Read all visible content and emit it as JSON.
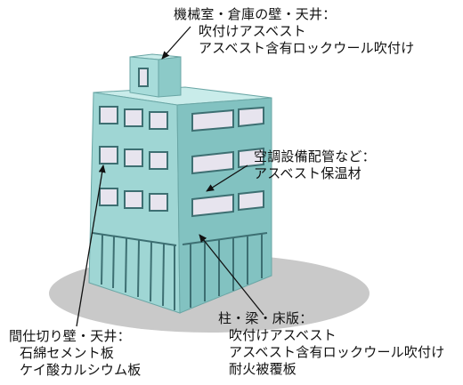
{
  "callouts": {
    "roof": {
      "title": "機械室・倉庫の壁・天井：",
      "items": [
        "吹付けアスベスト",
        "アスベスト含有ロックウール吹付け"
      ]
    },
    "hvac": {
      "title": "空調設備配管など：",
      "items": [
        "アスベスト保温材"
      ]
    },
    "column": {
      "title": "柱・梁・床版：",
      "items": [
        "吹付けアスベスト",
        "アスベスト含有ロックウール吹付け",
        "耐火被覆板"
      ]
    },
    "partition": {
      "title": "間仕切り壁・天井：",
      "items": [
        "石綿セメント板",
        "ケイ酸カルシウム板"
      ]
    }
  },
  "colors": {
    "building_front": "#9fd6d4",
    "building_side": "#82c2c1",
    "building_roof": "#c9ecea",
    "ground_shadow": "#c9c9c9",
    "window_frame": "#3d6f72",
    "window_glass": "#e7e4ee"
  },
  "icons": {
    "building": "office-building-illustration",
    "pointer": "leader-line-arrow"
  }
}
